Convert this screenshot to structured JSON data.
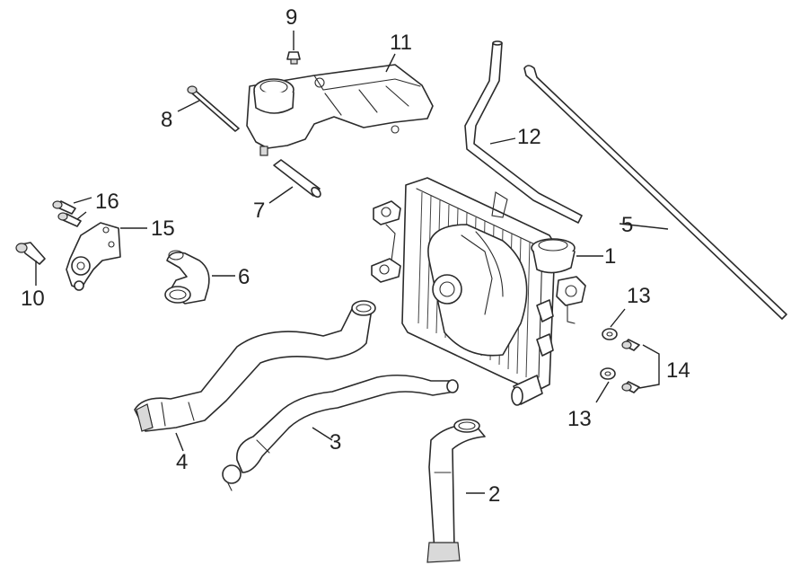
{
  "callouts": {
    "c1": "1",
    "c2": "2",
    "c3": "3",
    "c4": "4",
    "c5": "5",
    "c6": "6",
    "c7": "7",
    "c8": "8",
    "c9": "9",
    "c10": "10",
    "c11": "11",
    "c12": "12",
    "c13a": "13",
    "c13b": "13",
    "c14": "14",
    "c15": "15",
    "c16": "16"
  },
  "colors": {
    "line": "#2b2b2b",
    "background": "#ffffff",
    "text": "#222222"
  }
}
